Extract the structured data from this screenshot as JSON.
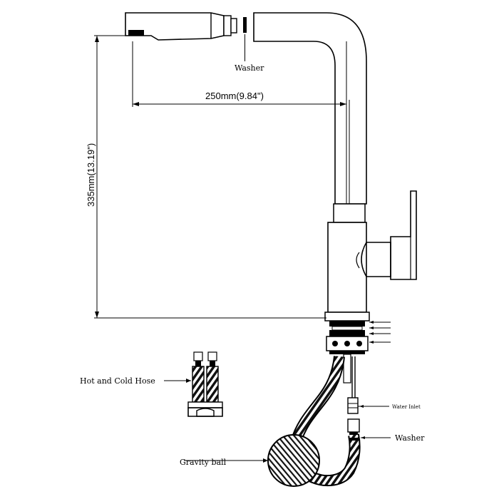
{
  "labels": {
    "washer_top": "Washer",
    "reach": "250mm(9.84\")",
    "height": "335mm(13.19\")",
    "hoses": "Hot and Cold Hose",
    "water_inlet": "Water Inlet",
    "washer_bottom": "Washer",
    "gravity_ball": "Gravity ball"
  }
}
